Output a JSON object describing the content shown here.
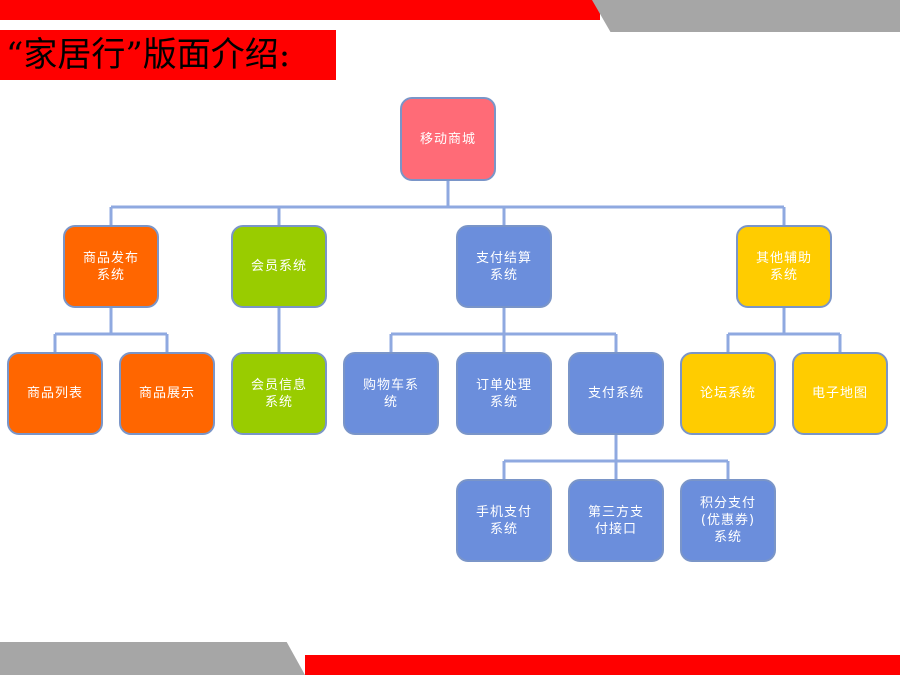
{
  "title": "“家居行”版面介绍:",
  "colors": {
    "top_red": "#ff0000",
    "gray": "#a6a6a6",
    "root": "#ff6b77",
    "orange": "#ff6600",
    "green": "#99cc00",
    "blue": "#6b8edc",
    "yellow": "#ffcc00",
    "connector": "#8fa9e0"
  },
  "nodes": {
    "root": "移动商城",
    "goods_publish": "商品发布\n系统",
    "member_system": "会员系统",
    "payment_settlement": "支付结算\n系统",
    "other_aux": "其他辅助\n系统",
    "goods_list": "商品列表",
    "goods_display": "商品展示",
    "member_info": "会员信息\n系统",
    "cart_system": "购物车系\n统",
    "order_processing": "订单处理\n系统",
    "pay_system": "支付系统",
    "forum_system": "论坛系统",
    "e_map": "电子地图",
    "mobile_pay": "手机支付\n系统",
    "third_party_pay": "第三方支\n付接口",
    "points_pay": "积分支付\n(优惠券)\n系统"
  }
}
